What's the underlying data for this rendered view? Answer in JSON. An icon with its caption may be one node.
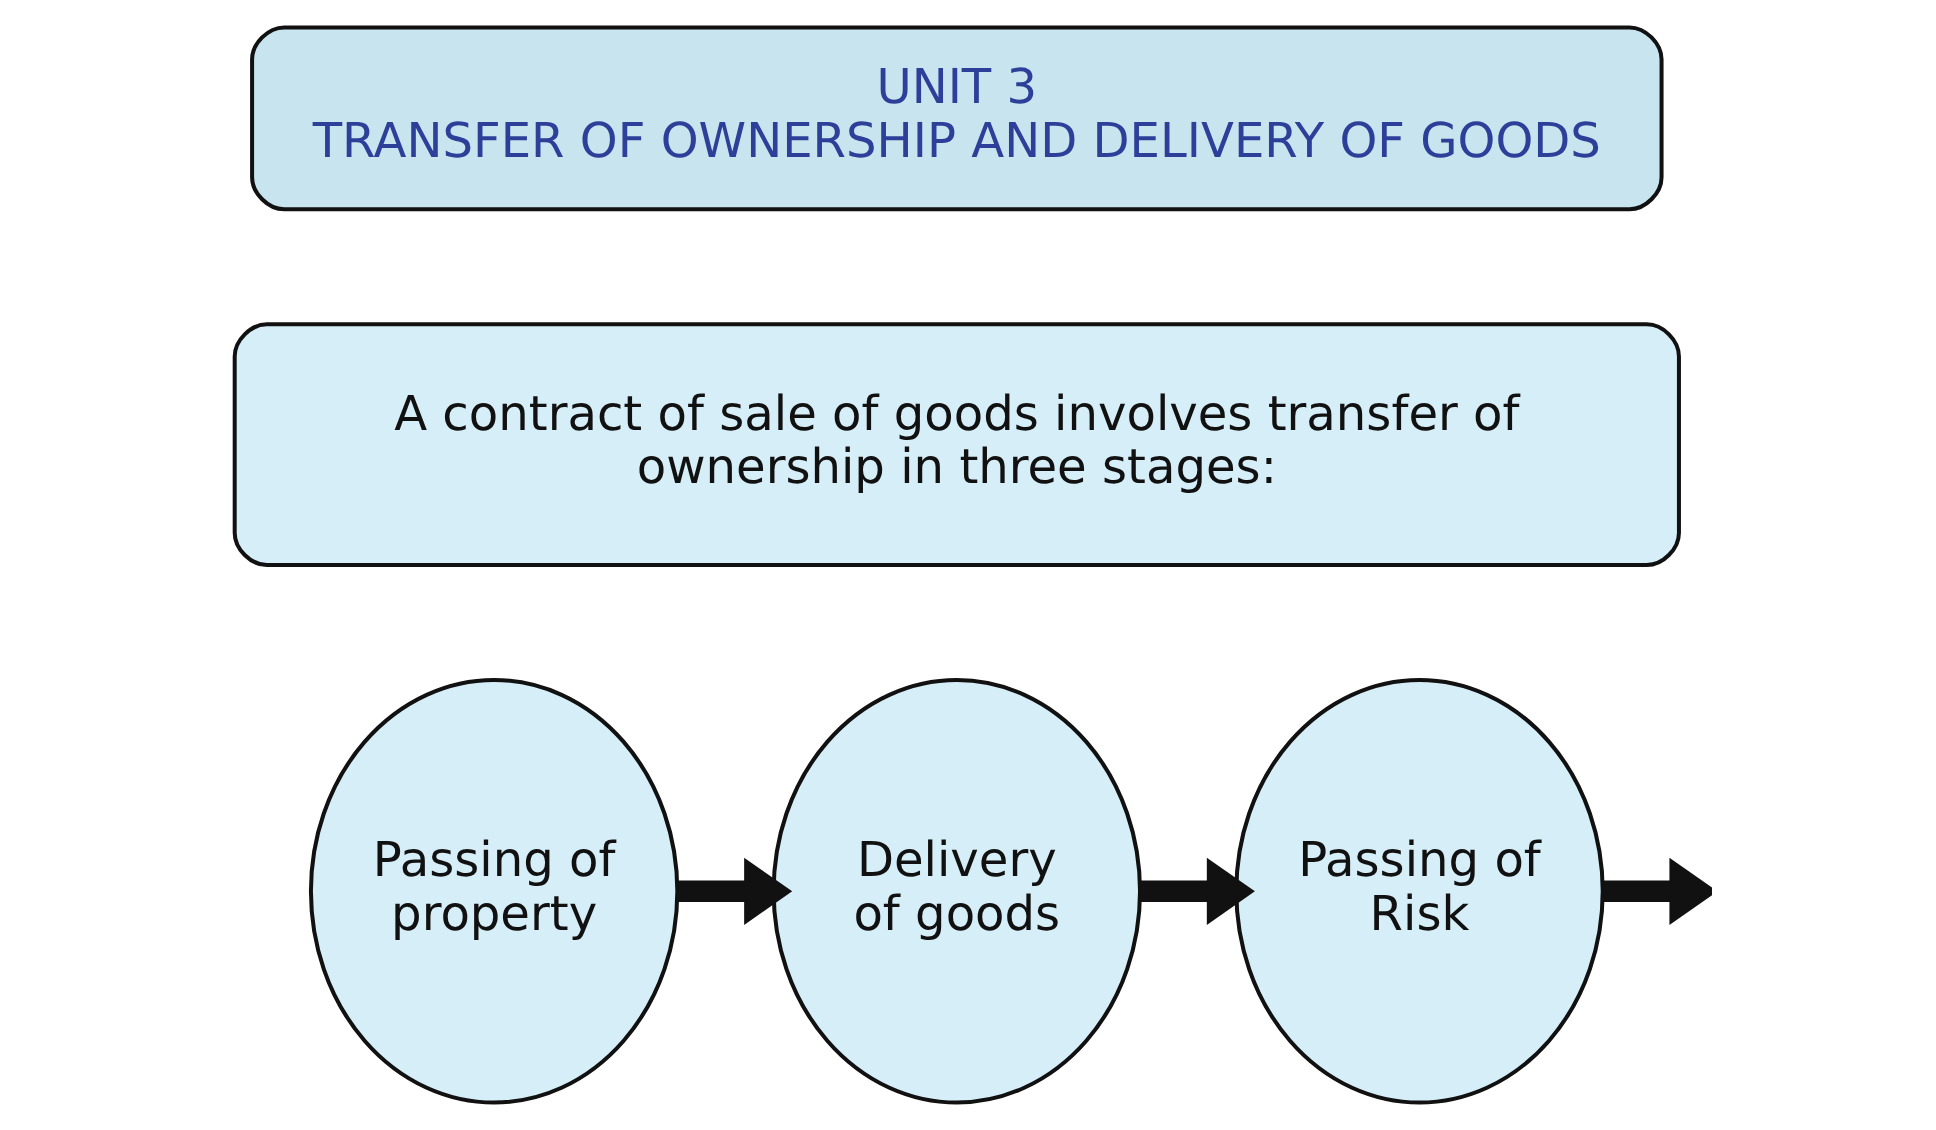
{
  "diagram": {
    "nodes": [
      {
        "text": [
          "UNIT 3",
          "TRANSFER OF OWNERSHIP AND DELIVERY OF GOODS"
        ]
      },
      {
        "text": [
          "A contract of sale of goods involves transfer of ownership in three stages:"
        ]
      },
      {
        "text": [
          "Passing of property"
        ]
      },
      {
        "text": [
          "Delivery of goods"
        ]
      },
      {
        "text": [
          "Passing of Risk"
        ]
      }
    ],
    "edges": [
      {
        "from": 2,
        "to": 3,
        "arrow": "to"
      },
      {
        "from": 3,
        "to": 4,
        "arrow": "to"
      },
      {
        "from": 4,
        "to": null,
        "arrow": "to"
      }
    ]
  }
}
